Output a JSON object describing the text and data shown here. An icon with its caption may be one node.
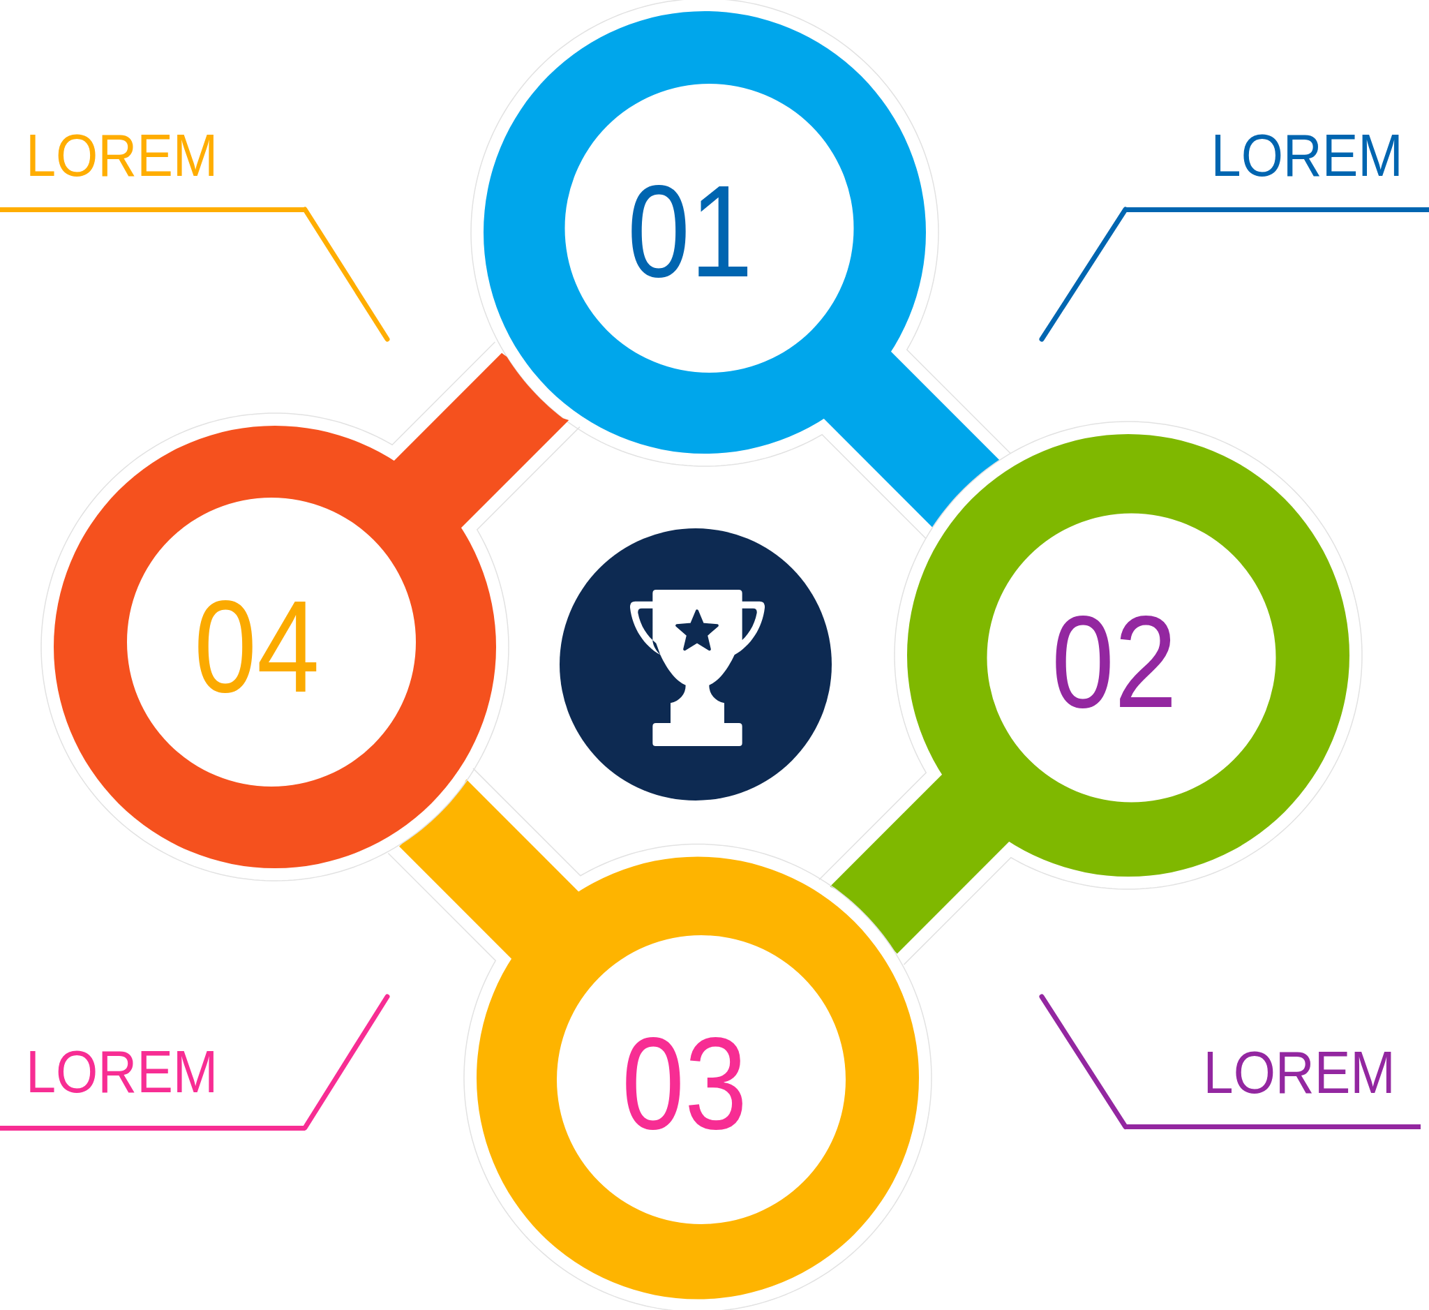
{
  "diagram": {
    "nodes": [
      {
        "text": [
          "01"
        ]
      },
      {
        "text": [
          "02"
        ]
      },
      {
        "text": [
          "03"
        ]
      },
      {
        "text": [
          "04"
        ]
      },
      {
        "text": [],
        "shape": "circle"
      },
      {
        "text": [
          "LOREM"
        ]
      },
      {
        "text": [
          "LOREM"
        ]
      },
      {
        "text": [
          "LOREM"
        ]
      },
      {
        "text": [
          "LOREM"
        ]
      }
    ],
    "edges": [
      {
        "from": 5,
        "to": 3,
        "arrow": "none",
        "color": "#ffad00"
      },
      {
        "from": 6,
        "to": 0,
        "arrow": "none",
        "color": "#0065b0"
      },
      {
        "from": 7,
        "to": 2,
        "arrow": "none",
        "color": "#f72d93"
      },
      {
        "from": 8,
        "to": 1,
        "arrow": "none",
        "color": "#9327a0"
      }
    ]
  }
}
